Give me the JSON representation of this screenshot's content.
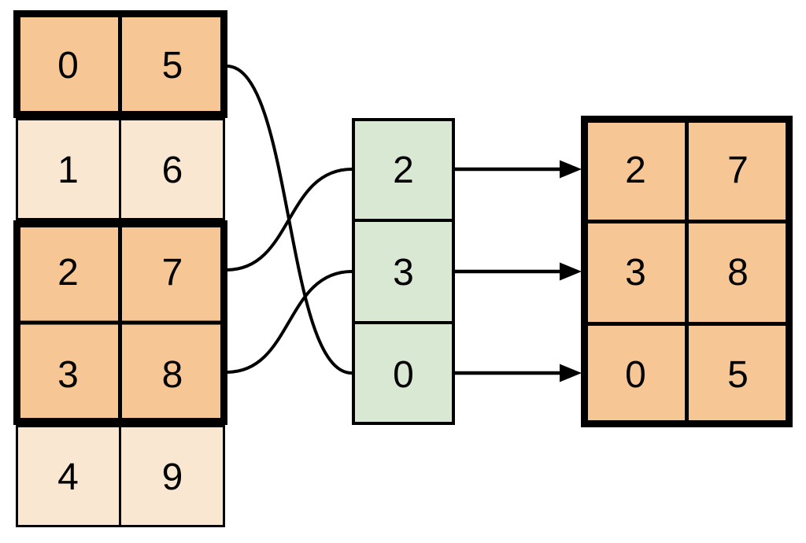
{
  "colors": {
    "highlight_fill": "#F6C794",
    "muted_fill": "#FAE7D1",
    "index_fill": "#D8E8D3",
    "line_color": "#000000"
  },
  "source_table": {
    "rows": [
      {
        "cells": [
          "0",
          "5"
        ],
        "highlighted": true
      },
      {
        "cells": [
          "1",
          "6"
        ],
        "highlighted": false
      },
      {
        "cells": [
          "2",
          "7"
        ],
        "highlighted": true
      },
      {
        "cells": [
          "3",
          "8"
        ],
        "highlighted": true
      },
      {
        "cells": [
          "4",
          "9"
        ],
        "highlighted": false
      }
    ]
  },
  "index_column": {
    "cells": [
      "2",
      "3",
      "0"
    ]
  },
  "result_table": {
    "rows": [
      {
        "cells": [
          "2",
          "7"
        ]
      },
      {
        "cells": [
          "3",
          "8"
        ]
      },
      {
        "cells": [
          "0",
          "5"
        ]
      }
    ]
  },
  "connections": {
    "curves": [
      {
        "source_row": 2,
        "index_cell": 0
      },
      {
        "source_row": 3,
        "index_cell": 1
      },
      {
        "source_row": 0,
        "index_cell": 2
      }
    ],
    "arrows": [
      {
        "index_cell": 0,
        "result_row": 0
      },
      {
        "index_cell": 1,
        "result_row": 1
      },
      {
        "index_cell": 2,
        "result_row": 2
      }
    ]
  }
}
